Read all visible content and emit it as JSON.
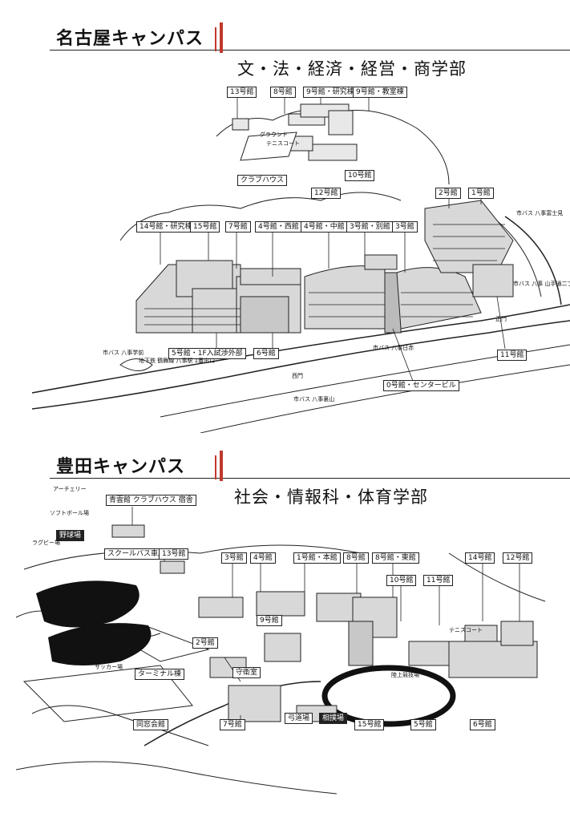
{
  "nagoya": {
    "campus_title": "名古屋キャンパス",
    "faculties": "文・法・経済・経営・商学部",
    "labels": {
      "b13": "13号館",
      "b8": "8号館",
      "b9_research": "9号館・研究棟",
      "b9_lecture": "9号館・教室棟",
      "ground": "グラウンド",
      "tennis": "テニスコート",
      "clubhouse": "クラブハウス",
      "b10": "10号館",
      "b12": "12号館",
      "b2": "2号館",
      "b1": "1号館",
      "b14": "14号館・研究棟",
      "b15": "15号館",
      "b7": "7号館",
      "b4_west": "4号館・西館",
      "b4_center": "4号館・中館",
      "b3_annex": "3号館・別館",
      "b3": "3号館",
      "b5": "5号館・1F入試渉外部",
      "b6": "6号館",
      "b11": "11号館",
      "b0": "0号館・センタービル",
      "west_gate": "西門",
      "main_gate": "正門",
      "bus_stop1": "市バス 八事学前",
      "bus_stop2": "市バス 八事日赤",
      "subway": "地下鉄 鶴舞線 八事駅 1番出口",
      "bus_stop3": "市バス 八事裏山",
      "bus_right1": "市バス 八事富士見",
      "bus_right2": "市バス 八事 山手通二丁目"
    }
  },
  "toyota": {
    "campus_title": "豊田キャンパス",
    "faculties": "社会・情報科・体育学部",
    "labels": {
      "archery": "アーチェリー",
      "softball": "ソフトボール場",
      "gym_club": "青雲館 クラブハウス 宿舎",
      "baseball": "野球場",
      "rugby": "ラグビー場",
      "bus_garage": "スクールバス車庫",
      "b13": "13号館",
      "b3": "3号館",
      "b4": "4号館",
      "b1": "1号館・本館",
      "b8": "8号館",
      "b8_east": "8号館・東館",
      "b10": "10号館",
      "b11": "11号館",
      "b14": "14号館",
      "b12": "12号館",
      "b9": "9号館",
      "b2": "2号館",
      "terminal": "ターミナル棟",
      "guard": "守衛室",
      "soccer": "サッカー場",
      "track": "陸上競技場",
      "tennis": "テニスコート",
      "alumni": "同窓会館",
      "b7": "7号館",
      "kyudo": "弓道場",
      "sumo": "相撲場",
      "b15": "15号館",
      "b5": "5号館",
      "b6": "6号館"
    }
  }
}
